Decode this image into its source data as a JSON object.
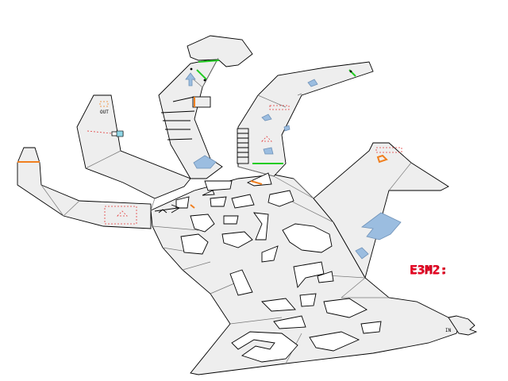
{
  "level_tag": "E3M2:",
  "markers": {
    "exit": "OUT",
    "entrance": "IN"
  },
  "colors": {
    "floor": "#eeeeee",
    "wall": "#000000",
    "door_green": "#22cc22",
    "door_orange": "#f07f1f",
    "secret_red": "#e23b3b",
    "water": "#9bbde0",
    "tag_red": "#e4001f"
  },
  "icons": [
    "arrow-up-icon",
    "arrow-right-icon",
    "exit-marker-icon",
    "entrance-marker-icon",
    "teleport-icon"
  ]
}
